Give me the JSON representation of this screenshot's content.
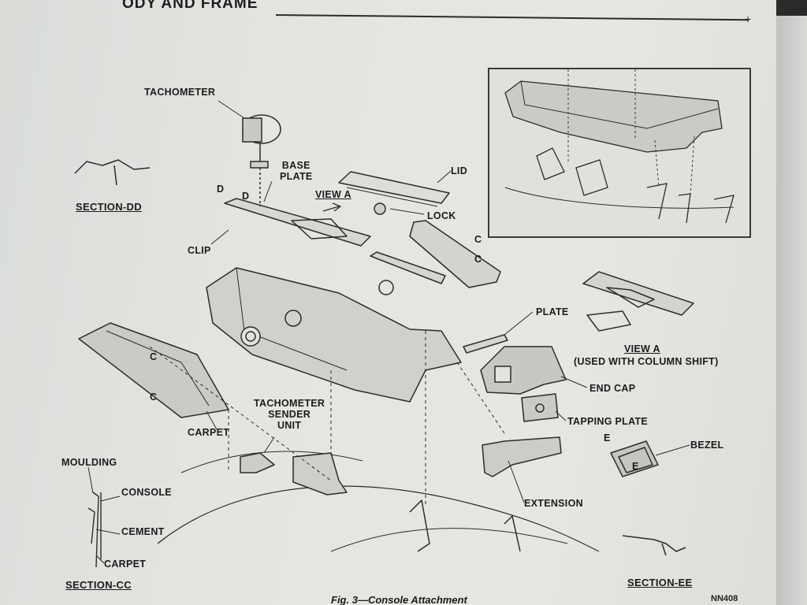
{
  "header": {
    "title": "ODY AND FRAME"
  },
  "labels": {
    "tachometer": "TACHOMETER",
    "base_plate": "BASE\nPLATE",
    "lid": "LID",
    "view_a": "VIEW A",
    "lock": "LOCK",
    "clip": "CLIP",
    "d1": "D",
    "d2": "D",
    "c_right_1": "C",
    "c_right_2": "C",
    "c_left_1": "C",
    "c_left_2": "C",
    "plate": "PLATE",
    "end_cap": "END CAP",
    "tapping_plate": "TAPPING PLATE",
    "bezel": "BEZEL",
    "e1": "E",
    "e2": "E",
    "extension": "EXTENSION",
    "carpet": "CARPET",
    "tachometer_sender_unit": "TACHOMETER\nSENDER\nUNIT",
    "moulding": "MOULDING",
    "console": "CONSOLE",
    "cement": "CEMENT",
    "carpet_cc": "CARPET",
    "view_a_title": "VIEW A",
    "view_a_sub": "(USED WITH COLUMN SHIFT)"
  },
  "sections": {
    "dd": "SECTION-DD",
    "cc": "SECTION-CC",
    "ee": "SECTION-EE"
  },
  "caption": "Fig. 3—Console Attachment",
  "fig_code": "NN408"
}
